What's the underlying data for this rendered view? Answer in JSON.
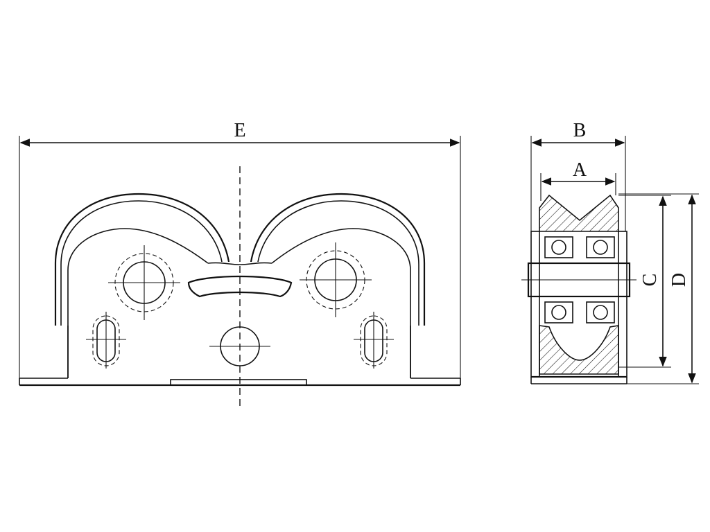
{
  "dimensions": {
    "overall_length": "E",
    "outer_width": "B",
    "groove_width": "A",
    "groove_diameter": "C",
    "outer_diameter": "D"
  },
  "colors": {
    "line": "#111111",
    "background": "#ffffff"
  }
}
